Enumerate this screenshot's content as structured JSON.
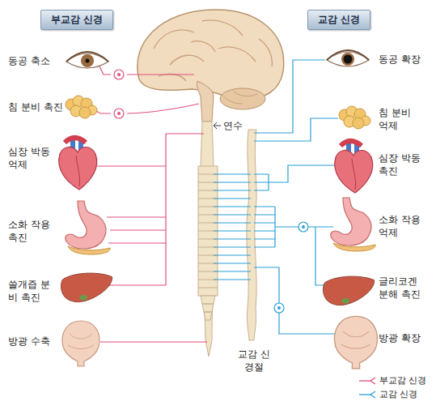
{
  "diagram": {
    "nodes": [
      {
        "text": [
          "부교감 신경"
        ]
      },
      {
        "text": [
          "교감 신경"
        ]
      }
    ],
    "labels": [
      "동공 축소",
      "침 분비 촉진",
      "심장 박동 억제",
      "소화 작용 촉진",
      "쓸개즙 분비 촉진",
      "방광 수축",
      "동공 확장",
      "침 분비 억제",
      "심장 박동 촉진",
      "소화 작용 억제",
      "글리코겐 분해 촉진",
      "방광 확장",
      "연수",
      "교감 신경절"
    ],
    "legend": [
      {
        "text": "부교감 신경"
      },
      {
        "text": "교감 신경"
      }
    ]
  }
}
